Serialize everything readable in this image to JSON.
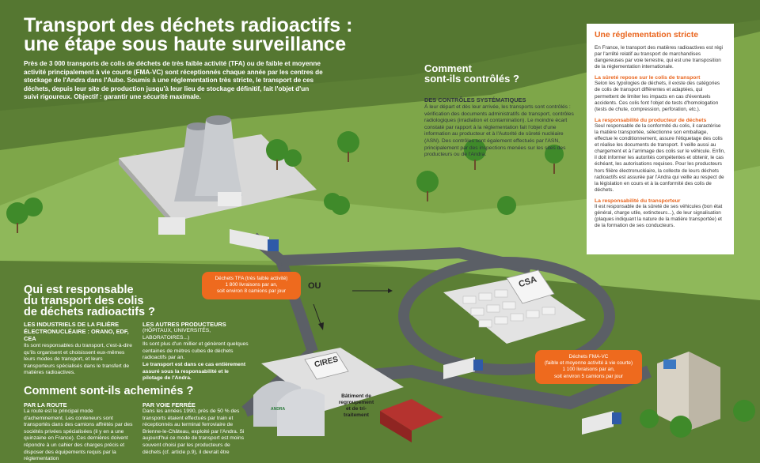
{
  "title": {
    "line1": "Transport des déchets radioactifs :",
    "line2": "une étape sous haute surveillance"
  },
  "intro": "Près de 3 000 transports de colis de déchets de très faible activité (TFA) ou de faible et moyenne activité principalement à vie courte (FMA-VC) sont réceptionnés chaque année par les centres de stockage de l'Andra dans l'Aube. Soumis à une réglementation très stricte, le transport de ces déchets, depuis leur site de production jusqu'à leur lieu de stockage définitif, fait l'objet d'un suivi rigoureux. Objectif : garantir une sécurité maximale.",
  "controls": {
    "heading_line1": "Comment",
    "heading_line2": "sont-ils contrôlés ?",
    "subheading": "DES CONTRÔLES SYSTÉMATIQUES",
    "text": "À leur départ et dès leur arrivée, les transports sont contrôlés : vérification des documents administratifs de transport, contrôles radiologiques (irradiation et contamination). Le moindre écart constaté par rapport à la réglementation fait l'objet d'une information au producteur et à l'Autorité de sûreté nucléaire (ASN). Des contrôles sont également effectués par l'ASN, principalement par des inspections menées sur les sites des producteurs ou de l'Andra."
  },
  "regulation": {
    "title": "Une réglementation stricte",
    "intro": "En France, le transport des matières radioactives est régi par l'arrêté relatif au transport de marchandises dangereuses par voie terrestre, qui est une transposition de la réglementation internationale.",
    "sections": [
      {
        "title": "La sûreté repose sur le colis de transport",
        "text": "Selon les typologies de déchets, il existe des catégories de colis de transport différentes et adaptées, qui permettent de limiter les impacts en cas d'éventuels accidents. Ces colis font l'objet de tests d'homologation (tests de chute, compression, perforation, etc.)."
      },
      {
        "title": "La responsabilité du producteur de déchets",
        "text": "Seul responsable de la conformité du colis, il caractérise la matière transportée, sélectionne son emballage, effectue le conditionnement, assure l'étiquetage des colis et réalise les documents de transport. Il veille aussi au chargement et à l'arrimage des colis sur le véhicule. Enfin, il doit informer les autorités compétentes et obtenir, le cas échéant, les autorisations requises. Pour les producteurs hors filière électronucléaire, la collecte de leurs déchets radioactifs est assurée par l'Andra qui veille au respect de la législation en cours et à la conformité des colis de déchets."
      },
      {
        "title": "La responsabilité du transporteur",
        "text": "Il est responsable de la sûreté de ses véhicules (bon état général, charge utile, extincteurs...), de leur signalisation (plaques indiquant la nature de la matière transportée) et de la formation de ses conducteurs."
      }
    ]
  },
  "responsible": {
    "heading_line1": "Qui est responsable",
    "heading_line2": "du transport des colis",
    "heading_line3": "de déchets radioactifs ?",
    "col1_title": "LES INDUSTRIELS DE LA FILIÈRE ÉLECTRONUCLÉAIRE : ORANO, EDF, CEA",
    "col1_text": "Ils sont responsables du transport, c'est-à-dire qu'ils organisent et choisissent eux-mêmes leurs modes de transport, et leurs transporteurs spécialisés dans le transfert de matières radioactives.",
    "col2_title": "LES AUTRES PRODUCTEURS",
    "col2_subtitle": "(HÔPITAUX, UNIVERSITÉS, LABORATOIRES...)",
    "col2_text": "Ils sont plus d'un millier et génèrent quelques centaines de mètres cubes de déchets radioactifs par an.",
    "col2_bold": "Le transport est dans ce cas entièrement assuré sous la responsabilité et le pilotage de l'Andra."
  },
  "routing": {
    "heading": "Comment sont-ils acheminés ?",
    "road_title": "PAR LA ROUTE",
    "road_text": "La route est le principal mode d'acheminement. Les conteneurs sont transportés dans des camions affrétés par des sociétés privées spécialisées (il y en a une quinzaine en France). Ces dernières doivent répondre à un cahier des charges précis et disposer des équipements requis par la réglementation",
    "rail_title": "PAR VOIE FERRÉE",
    "rail_text": "Dans les années 1990, près de 50 % des transports étaient effectués par train et réceptionnés au terminal ferroviaire de Brienne-le-Château, exploité par l'Andra. Si aujourd'hui ce mode de transport est moins souvent choisi par les producteurs de déchets (cf. article p.9), il devrait être"
  },
  "bubbles": {
    "tfa": [
      "Déchets TFA (très faible activité)",
      "1 800 livraisons par an,",
      "soit environ 8 camions par jour"
    ],
    "fma": [
      "Déchets FMA-VC",
      "(faible et moyenne activité à vie courte)",
      "1 100 livraisons par an,",
      "soit environ 5 camions par jour"
    ]
  },
  "map_labels": {
    "ou": "OU",
    "csa": "CSA",
    "cires": "CIRES",
    "andra": "ANDRA",
    "regroupement": [
      "Bâtiment de",
      "regroupement",
      "et de tri-",
      "traitement"
    ]
  },
  "colors": {
    "grass_dark": "#5c7f35",
    "grass_light": "#8fb85a",
    "sky": "#ffffff",
    "road": "#5b5f66",
    "accent": "#ee6a1e"
  }
}
